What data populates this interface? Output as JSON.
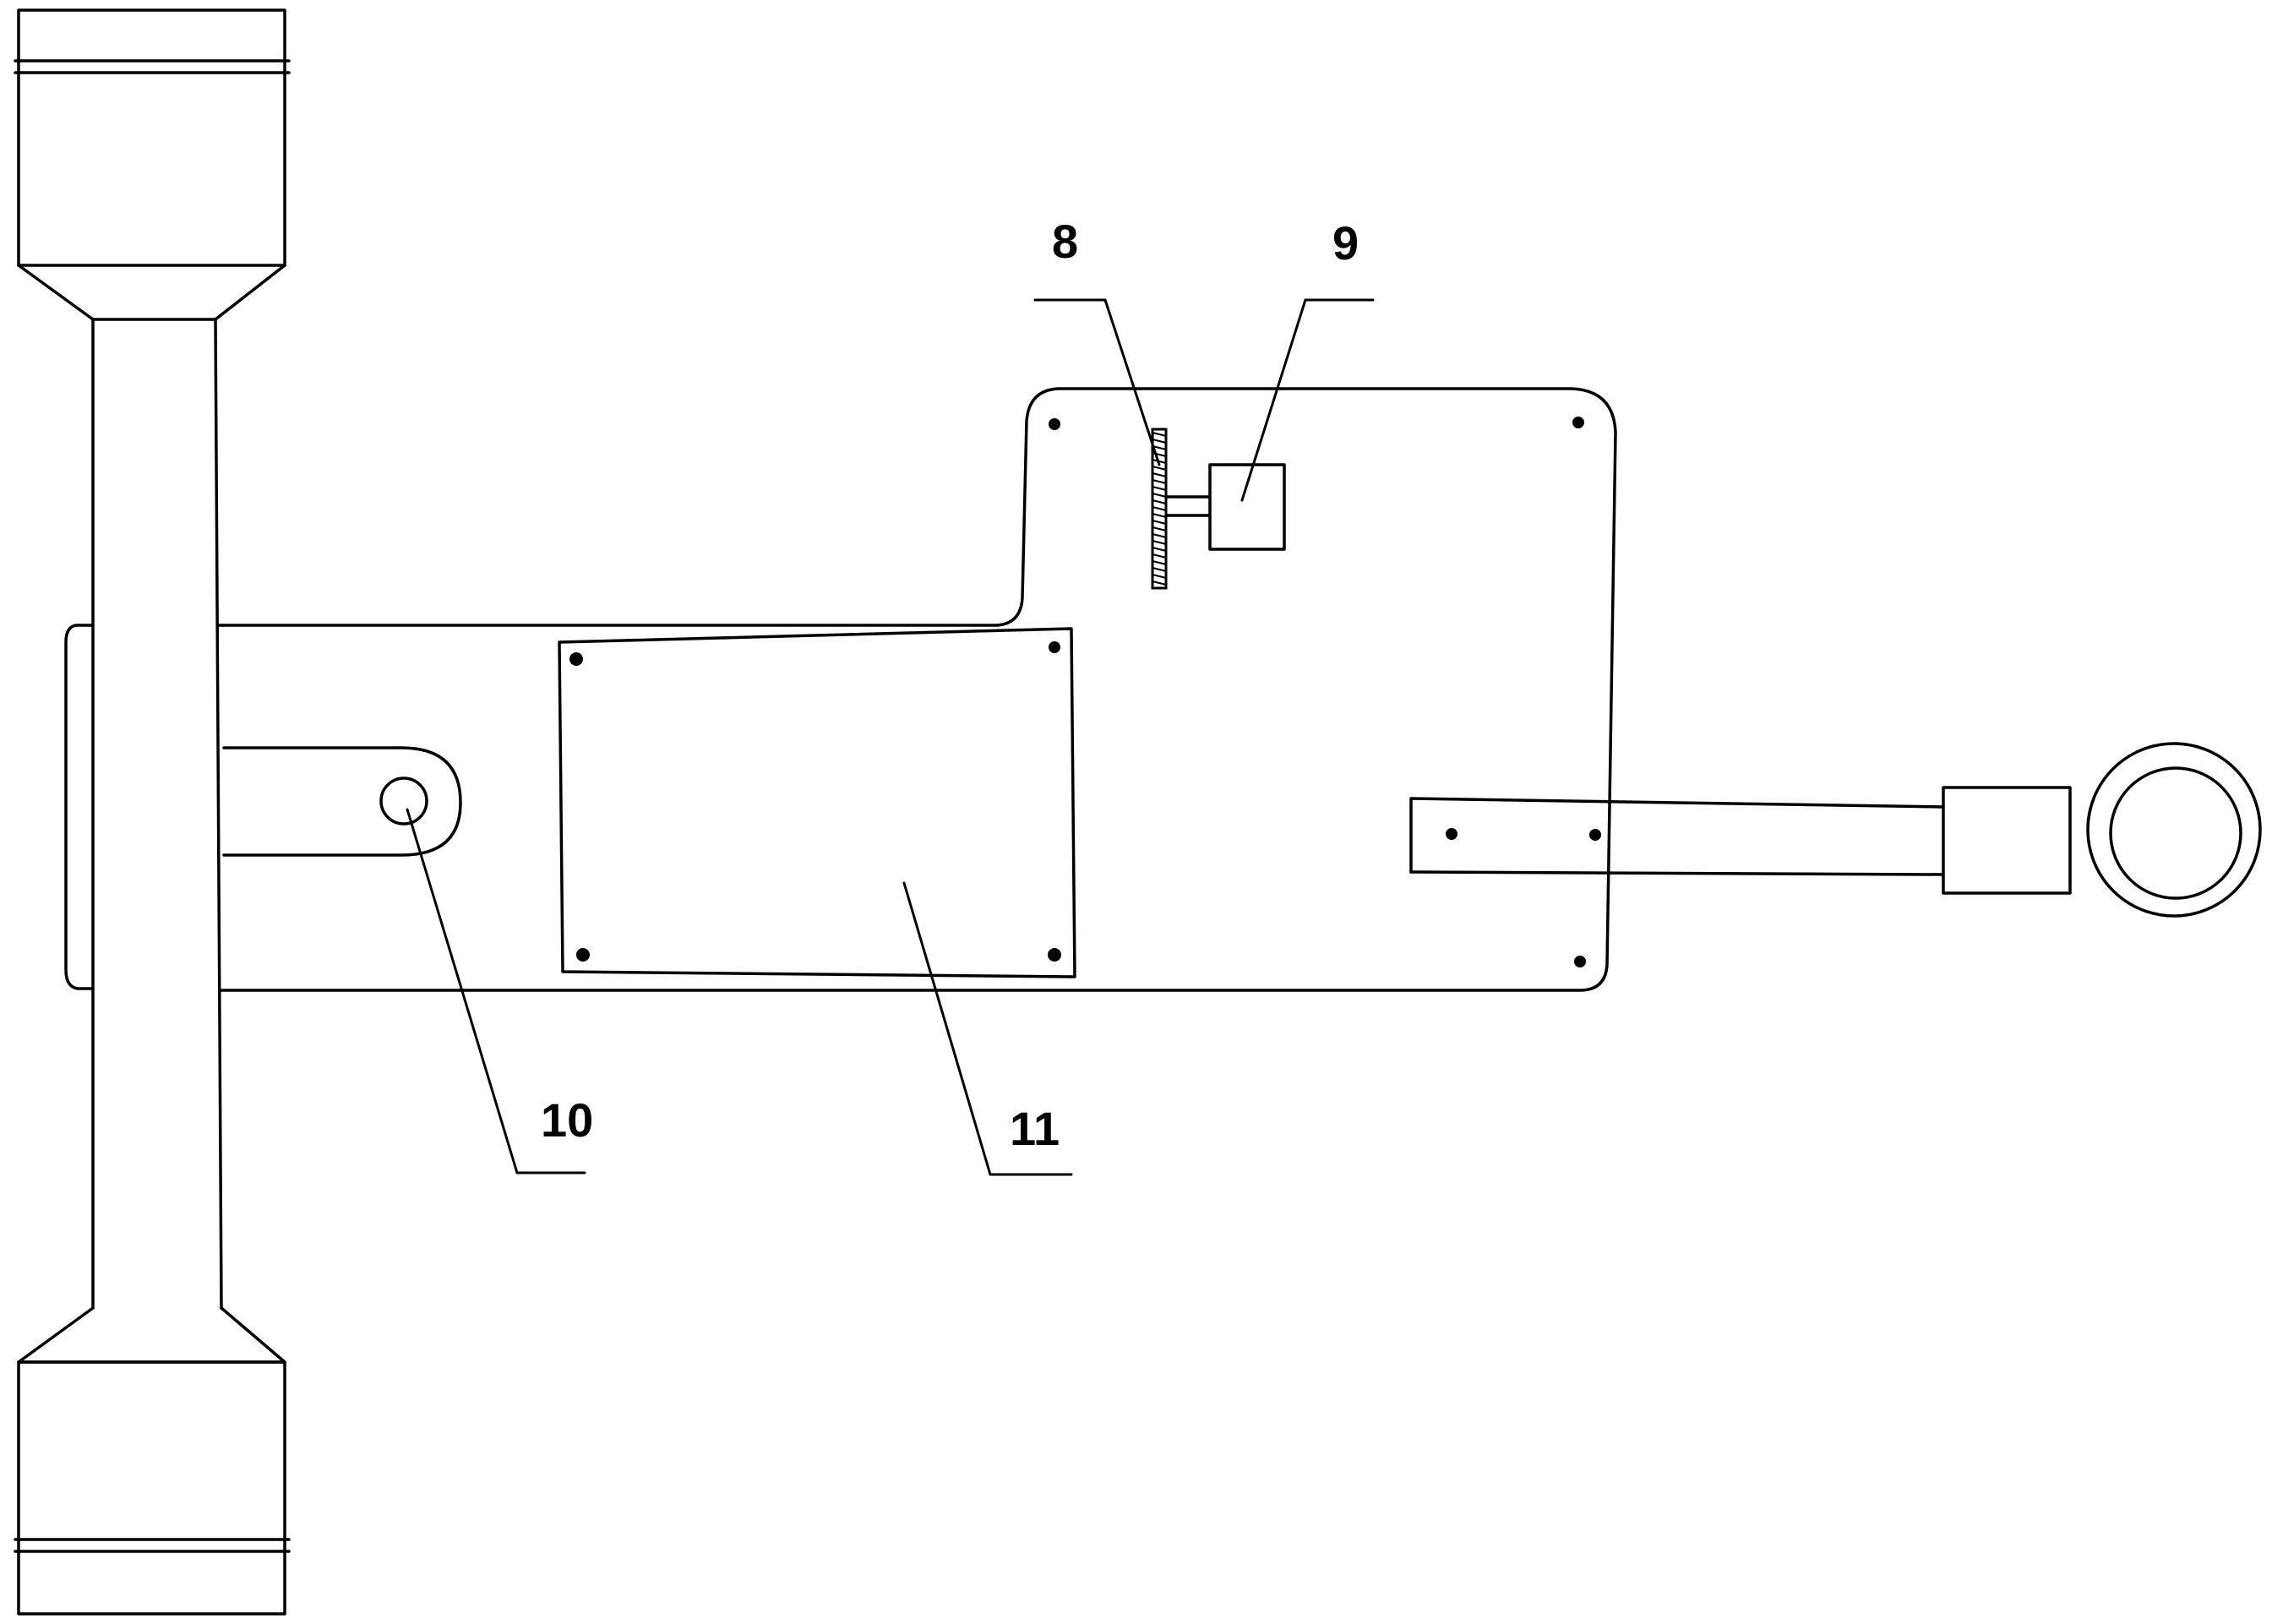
{
  "labels": {
    "l8": "8",
    "l9": "9",
    "l10": "10",
    "l11": "11"
  },
  "colors": {
    "stroke": "#000000",
    "background": "#ffffff"
  }
}
